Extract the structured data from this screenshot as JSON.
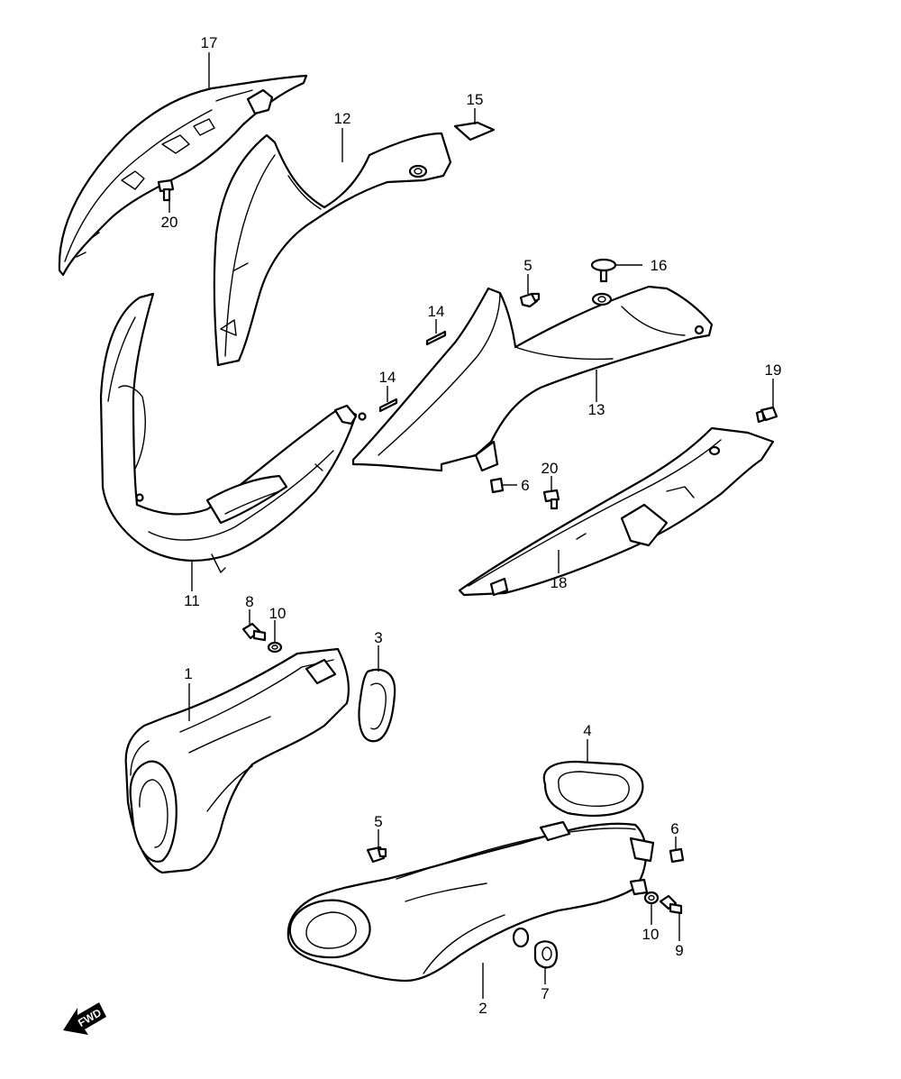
{
  "callouts": {
    "p17": "17",
    "p12": "12",
    "p15": "15",
    "p20a": "20",
    "p5a": "5",
    "p16": "16",
    "p14a": "14",
    "p14b": "14",
    "p13": "13",
    "p19": "19",
    "p20b": "20",
    "p6a": "6",
    "p18": "18",
    "p11": "11",
    "p8": "8",
    "p10a": "10",
    "p3": "3",
    "p1": "1",
    "p4": "4",
    "p5b": "5",
    "p6b": "6",
    "p10b": "10",
    "p9": "9",
    "p7": "7",
    "p2": "2"
  },
  "fwd_label": "FWD",
  "colors": {
    "line": "#000000",
    "paper": "#ffffff"
  },
  "icons": {
    "direction": "fwd-arrow-icon"
  }
}
